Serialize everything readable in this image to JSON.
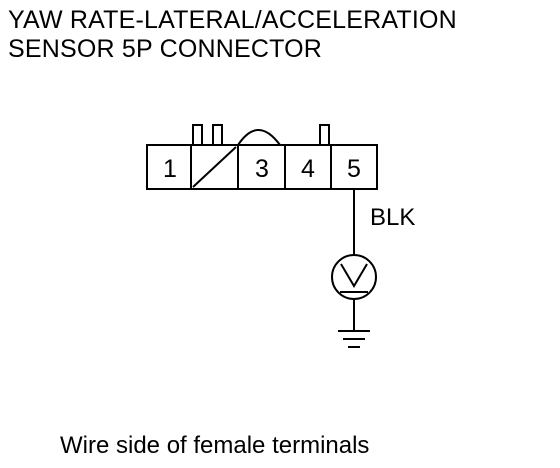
{
  "title": {
    "line1": "YAW RATE-LATERAL/ACCELERATION",
    "line2": "SENSOR 5P CONNECTOR"
  },
  "connector": {
    "pins": [
      {
        "label": "1"
      },
      {
        "label": ""
      },
      {
        "label": "3"
      },
      {
        "label": "4"
      },
      {
        "label": "5"
      }
    ],
    "wire_color": "BLK",
    "meter_icon": "voltmeter-icon",
    "ground_icon": "ground-icon"
  },
  "caption": "Wire side of female terminals"
}
